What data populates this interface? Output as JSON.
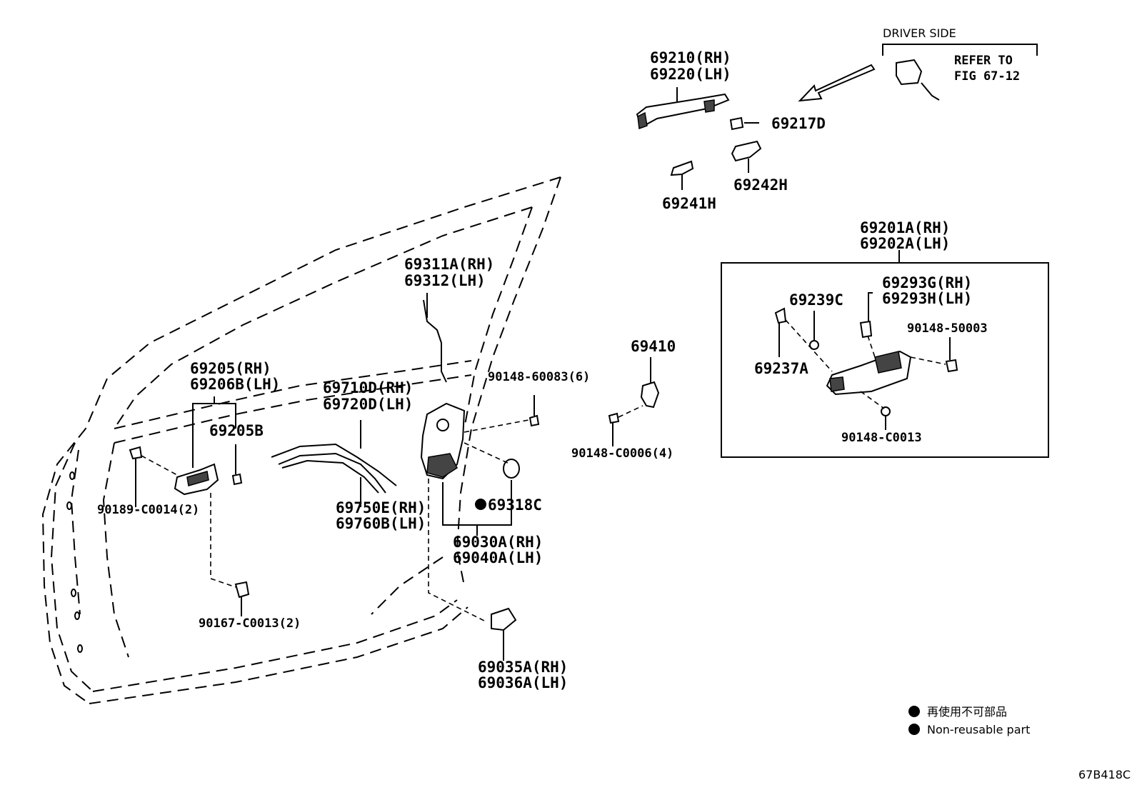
{
  "labels": {
    "driver_side": "DRIVER SIDE",
    "refer_to": "REFER TO",
    "fig_ref": "FIG 67-12",
    "p69210": "69210(RH)",
    "p69220": "69220(LH)",
    "p69217D": "69217D",
    "p69242H": "69242H",
    "p69241H": "69241H",
    "p69201A": "69201A(RH)",
    "p69202A": "69202A(LH)",
    "p69239C": "69239C",
    "p69293G": "69293G(RH)",
    "p69293H": "69293H(LH)",
    "p90148_50003": "90148-50003",
    "p69237A": "69237A",
    "p90148_C0013": "90148-C0013",
    "p69311A": "69311A(RH)",
    "p69312": "69312(LH)",
    "p69410": "69410",
    "p90148_60083": "90148-60083(6)",
    "p90148_C0006": "90148-C0006(4)",
    "p69205RH": "69205(RH)",
    "p69206B": "69206B(LH)",
    "p69205B": "69205B",
    "p69710D": "69710D(RH)",
    "p69720D": "69720D(LH)",
    "p90189": "90189-C0014(2)",
    "p69750E": "69750E(RH)",
    "p69760B": "69760B(LH)",
    "p69318C": "69318C",
    "p69030A": "69030A(RH)",
    "p69040A": "69040A(LH)",
    "p90167": "90167-C0013(2)",
    "p69035A": "69035A(RH)",
    "p69036A": "69036A(LH)"
  },
  "legend": {
    "jp": "再使用不可部品",
    "en": "Non-reusable part"
  },
  "figure_code": "67B418C"
}
